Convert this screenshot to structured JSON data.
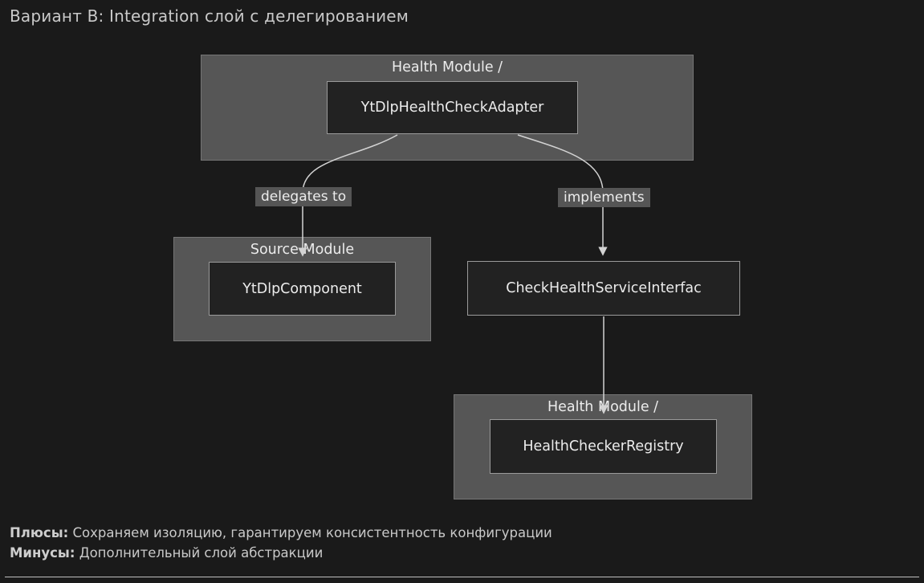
{
  "title": "Вариант B: Integration слой с делегированием",
  "diagram": {
    "type": "flowchart",
    "clusters": [
      {
        "id": "health-module-top",
        "label": "Health Module /"
      },
      {
        "id": "source-module",
        "label": "Source Module"
      },
      {
        "id": "health-module-bottom",
        "label": "Health Module /"
      }
    ],
    "nodes": [
      {
        "id": "adapter",
        "label": "YtDlpHealthCheckAdapter",
        "cluster": "health-module-top"
      },
      {
        "id": "component",
        "label": "YtDlpComponent",
        "cluster": "source-module"
      },
      {
        "id": "interface",
        "label": "CheckHealthServiceInterfac",
        "cluster": null
      },
      {
        "id": "registry",
        "label": "HealthCheckerRegistry",
        "cluster": "health-module-bottom"
      }
    ],
    "edges": [
      {
        "from": "adapter",
        "to": "component",
        "label": "delegates to"
      },
      {
        "from": "adapter",
        "to": "interface",
        "label": "implements"
      },
      {
        "from": "interface",
        "to": "registry",
        "label": ""
      }
    ]
  },
  "notes": {
    "pros_label": "Плюсы:",
    "pros_text": "Сохраняем изоляцию, гарантируем консистентность конфигурации",
    "cons_label": "Минусы:",
    "cons_text": "Дополнительный слой абстракции"
  },
  "colors": {
    "background": "#1a1a1a",
    "cluster_fill": "#565656",
    "cluster_border": "#757575",
    "node_fill": "#222222",
    "node_border": "#9a9a9a",
    "edge_stroke": "#d3d3d3",
    "edge_label_bg": "#555555",
    "text": "#ececec",
    "muted_text": "#c9c9c9"
  }
}
